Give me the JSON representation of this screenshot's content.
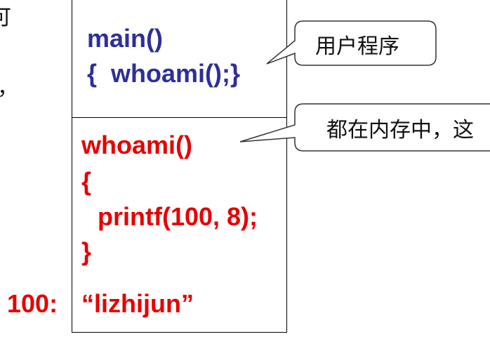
{
  "left_margin": {
    "top_fragment": "可",
    "comma_fragment": "，"
  },
  "user_program": {
    "line1": "main()",
    "line2": "{  whoami();}"
  },
  "function_code": {
    "line1": "whoami()",
    "line2": "{",
    "line3": "printf(100, 8);",
    "line4": "}"
  },
  "data_segment": {
    "address": "100:",
    "value": "“lizhijun”"
  },
  "callouts": {
    "user_program": "用户程序",
    "in_memory": "都在内存中，这"
  },
  "colors": {
    "code_blue": "#2e2e9a",
    "code_red": "#e60000",
    "border": "#000000"
  }
}
